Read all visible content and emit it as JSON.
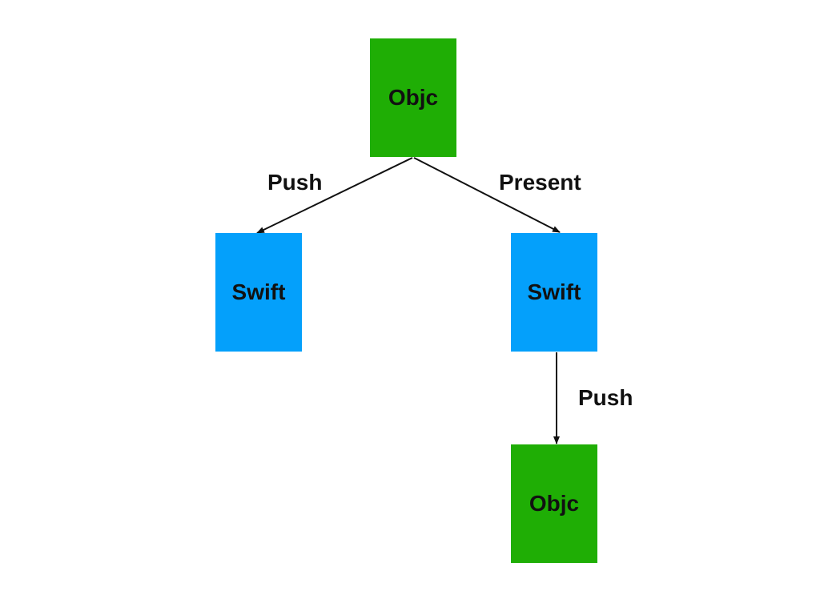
{
  "diagram": {
    "nodes": {
      "root": {
        "label": "Objc",
        "kind": "objc"
      },
      "left": {
        "label": "Swift",
        "kind": "swift"
      },
      "right": {
        "label": "Swift",
        "kind": "swift"
      },
      "bottom": {
        "label": "Objc",
        "kind": "objc"
      }
    },
    "edges": [
      {
        "from": "root",
        "to": "left",
        "label": "Push"
      },
      {
        "from": "root",
        "to": "right",
        "label": "Present"
      },
      {
        "from": "right",
        "to": "bottom",
        "label": "Push"
      }
    ],
    "colors": {
      "objc": "#1fae05",
      "swift": "#04a0fb",
      "edge": "#111111",
      "text": "#111111"
    }
  }
}
